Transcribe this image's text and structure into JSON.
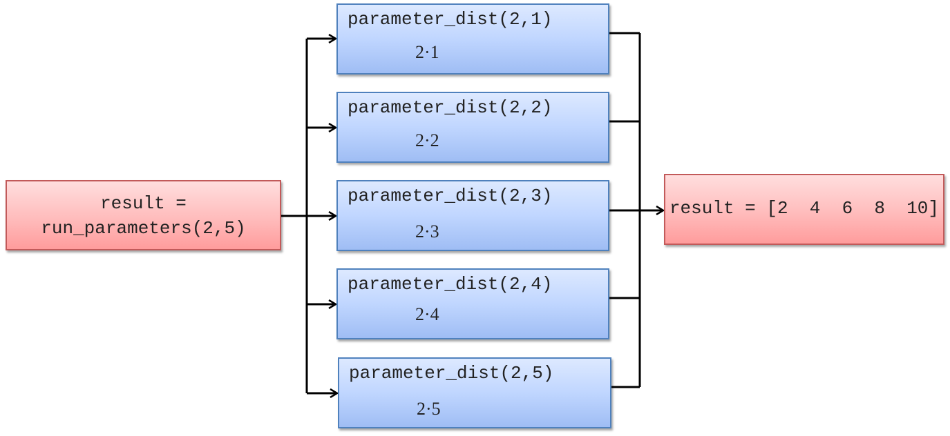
{
  "input": {
    "line1": "result =",
    "line2": "run_parameters(2,5)"
  },
  "calls": [
    {
      "call": "parameter_dist(2,1)",
      "product": "2·1"
    },
    {
      "call": "parameter_dist(2,2)",
      "product": "2·2"
    },
    {
      "call": "parameter_dist(2,3)",
      "product": "2·3"
    },
    {
      "call": "parameter_dist(2,4)",
      "product": "2·4"
    },
    {
      "call": "parameter_dist(2,5)",
      "product": "2·5"
    }
  ],
  "output": {
    "text": "result = [2  4  6  8  10]"
  },
  "colors": {
    "input_fill": "#ffbcbc",
    "input_border": "#c25a5a",
    "call_fill": "#c0d6ff",
    "call_border": "#4f81bd",
    "output_fill": "#ffbcbc",
    "output_border": "#c25a5a",
    "connector": "#000000"
  }
}
